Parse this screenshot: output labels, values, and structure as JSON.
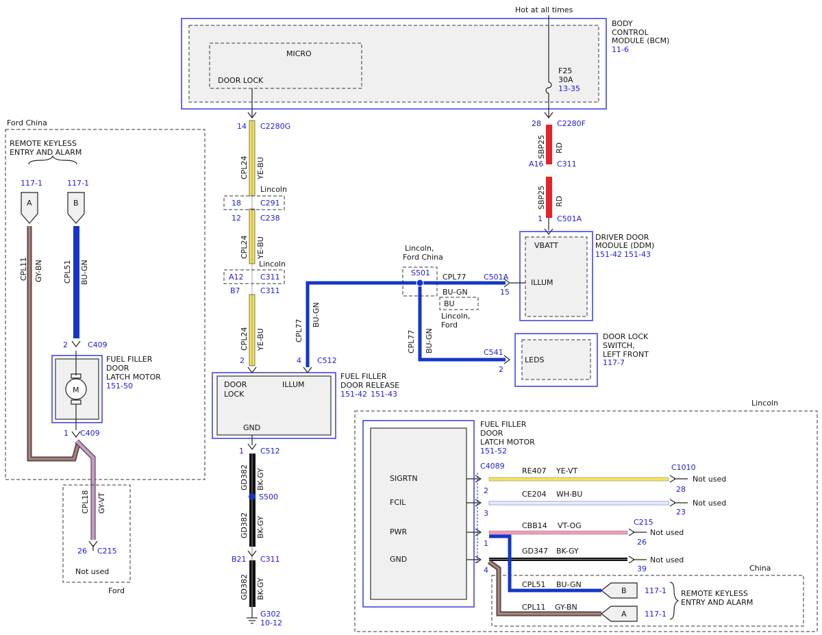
{
  "colors": {
    "ref_blue": "#1a1adc",
    "box_blue": "#2b2bd6",
    "wire_red": "#e8222a",
    "wire_yellow": "#f4e35a",
    "wire_blue": "#1436c8",
    "wire_black": "#111111",
    "wire_gray_brown": "#8a6a63",
    "wire_violet": "#c79bc7",
    "wire_pink": "#f29ab8",
    "wire_white_blue": "#c8d0f0"
  },
  "bcm": {
    "title1": "BODY",
    "title2": "CONTROL",
    "title3": "MODULE (BCM)",
    "ref": "11-6",
    "micro": "MICRO",
    "door_lock": "DOOR LOCK",
    "hot": "Hot at all times",
    "fuse_name": "F25",
    "fuse_rating": "30A",
    "fuse_ref": "13-35"
  },
  "left_wire": {
    "pin": "14",
    "conn": "C2280G",
    "circuit": "CPL24",
    "color": "YE-BU",
    "lincoln1": "Lincoln",
    "c291_pin": "18",
    "c291": "C291",
    "c238_pin": "12",
    "c238": "C238",
    "circuit2": "CPL24",
    "color2": "YE-BU",
    "lincoln2": "Lincoln",
    "c311_pin_a": "A12",
    "c311_a": "C311",
    "c311_pin_b": "B7",
    "c311_b": "C311",
    "circuit3": "CPL24",
    "color3": "YE-BU",
    "c512_pin2": "2",
    "c512_pin4": "4",
    "c512": "C512"
  },
  "right_wire": {
    "pin": "28",
    "conn": "C2280F",
    "circuit": "SBP25",
    "color": "RD",
    "c311_pin": "A16",
    "c311": "C311",
    "circuit2": "SBP25",
    "color2": "RD",
    "c501a_pin": "1",
    "c501a": "C501A"
  },
  "ddm": {
    "title1": "DRIVER DOOR",
    "title2": "MODULE (DDM)",
    "ref1": "151-42",
    "ref2": "151-43",
    "vbatt": "VBATT",
    "illum": "ILLUM",
    "c501a": "C501A",
    "pin15": "15"
  },
  "splice_s501": {
    "label1": "Lincoln,",
    "label2": "Ford China",
    "name": "S501",
    "circuit": "CPL77",
    "color": "BU-GN",
    "alt_color": "BU",
    "alt_label1": "Lincoln,",
    "alt_label2": "Ford",
    "down_circuit": "CPL77",
    "down_color": "BU-GN",
    "left_circuit": "CPL77",
    "left_color": "BU-GN"
  },
  "switch": {
    "title1": "DOOR LOCK",
    "title2": "SWITCH,",
    "title3": "LEFT FRONT",
    "ref": "117-7",
    "leds": "LEDS",
    "conn": "C541",
    "pin": "2"
  },
  "release": {
    "title1": "FUEL FILLER",
    "title2": "DOOR RELEASE",
    "ref1": "151-42",
    "ref2": "151-43",
    "door": "DOOR",
    "lock": "LOCK",
    "illum": "ILLUM",
    "gnd": "GND",
    "c512_pin": "1",
    "c512": "C512",
    "gnd_circuit": "GD382",
    "gnd_color": "BK-GY",
    "s500": "S500",
    "gnd_circuit2": "GD382",
    "gnd_color2": "BK-GY",
    "c311_pin": "B21",
    "c311": "C311",
    "gnd_circuit3": "GD382",
    "gnd_color3": "BK-GY",
    "ground": "G302",
    "ground_ref": "10-12"
  },
  "ford_china": {
    "title": "Ford China",
    "rke1": "REMOTE KEYLESS",
    "rke2": "ENTRY AND ALARM",
    "ref_a": "117-1",
    "ref_b": "117-1",
    "conn_a": "A",
    "conn_b": "B",
    "wire_a_circuit": "CPL11",
    "wire_a_color": "GY-BN",
    "wire_b_circuit": "CPL51",
    "wire_b_color": "BU-GN",
    "c409_pin2": "2",
    "c409_top": "C409",
    "motor_title1": "FUEL FILLER",
    "motor_title2": "DOOR",
    "motor_title3": "LATCH MOTOR",
    "motor_ref": "151-50",
    "motor_symbol": "M",
    "c409_pin1": "1",
    "c409_bottom": "C409"
  },
  "ford": {
    "title": "Ford",
    "circuit": "CPL18",
    "color": "GY-VT",
    "pin": "26",
    "conn": "C215",
    "not_used": "Not used"
  },
  "lincoln_box": {
    "title": "Lincoln",
    "motor_title1": "FUEL FILLER",
    "motor_title2": "DOOR",
    "motor_title3": "LATCH MOTOR",
    "motor_ref": "151-52",
    "conn": "C4089",
    "sigrtn": "SIGRTN",
    "fcil": "FCIL",
    "pwr": "PWR",
    "gnd": "GND",
    "pin2": "2",
    "pin3": "3",
    "pin1": "1",
    "pin4": "4",
    "w1_circuit": "RE407",
    "w1_color": "YE-VT",
    "w1_conn": "C1010",
    "w1_pin": "28",
    "w1_note": "Not used",
    "w2_circuit": "CE204",
    "w2_color": "WH-BU",
    "w2_pin": "23",
    "w2_note": "Not used",
    "w3_circuit": "CBB14",
    "w3_color": "VT-OG",
    "w3_conn": "C215",
    "w3_pin": "26",
    "w3_note": "Not used",
    "w4_circuit": "GD347",
    "w4_color": "BK-GY",
    "w4_pin": "39",
    "w4_note": "Not used",
    "china": "China",
    "c_b_circuit": "CPL51",
    "c_b_color": "BU-GN",
    "c_b_conn": "B",
    "c_b_ref": "117-1",
    "c_a_circuit": "CPL11",
    "c_a_color": "GY-BN",
    "c_a_conn": "A",
    "c_a_ref": "117-1",
    "rke1": "REMOTE KEYLESS",
    "rke2": "ENTRY AND ALARM"
  }
}
